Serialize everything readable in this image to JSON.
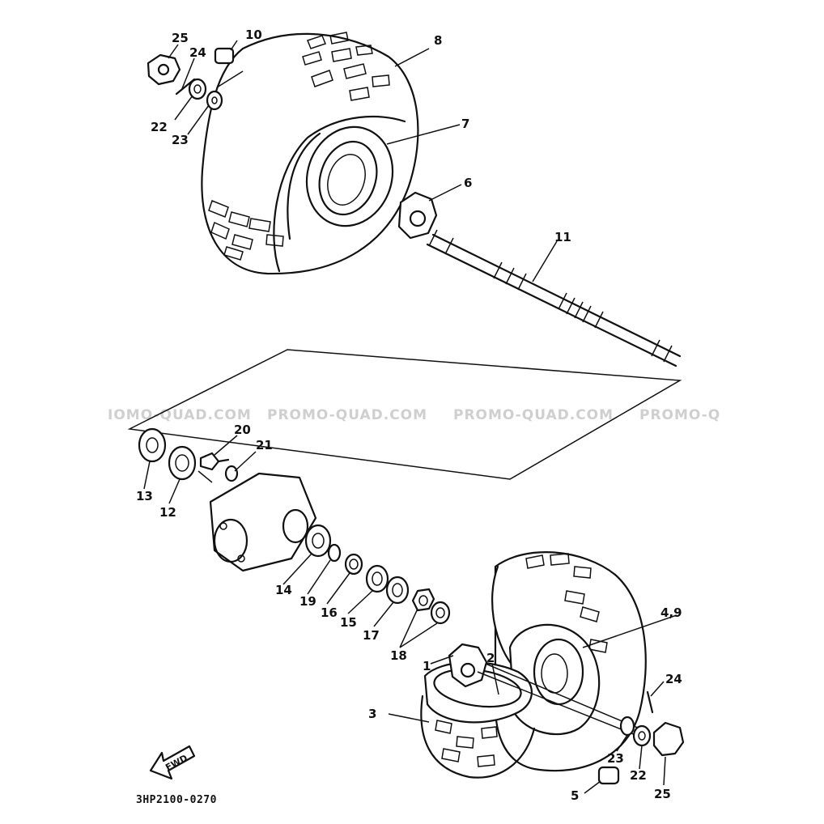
{
  "diagram": {
    "drawing_code": "3HP2100-0270",
    "direction_badge": "FWD",
    "watermark": [
      "IOMO-QUAD.COM",
      "PROMO-QUAD.COM",
      "PROMO-QUAD.COM",
      "PROMO-Q"
    ],
    "callouts": {
      "c1": "1",
      "c2": "2",
      "c3": "3",
      "c4_9": "4,9",
      "c5": "5",
      "c6": "6",
      "c7": "7",
      "c8": "8",
      "c10": "10",
      "c11": "11",
      "c12": "12",
      "c13": "13",
      "c14": "14",
      "c15": "15",
      "c16": "16",
      "c17": "17",
      "c18": "18",
      "c19": "19",
      "c20": "20",
      "c21": "21",
      "c22_top": "22",
      "c23_top": "23",
      "c24_top": "24",
      "c25_top": "25",
      "c22_bot": "22",
      "c23_bot": "23",
      "c24_bot": "24",
      "c25_bot": "25"
    }
  }
}
